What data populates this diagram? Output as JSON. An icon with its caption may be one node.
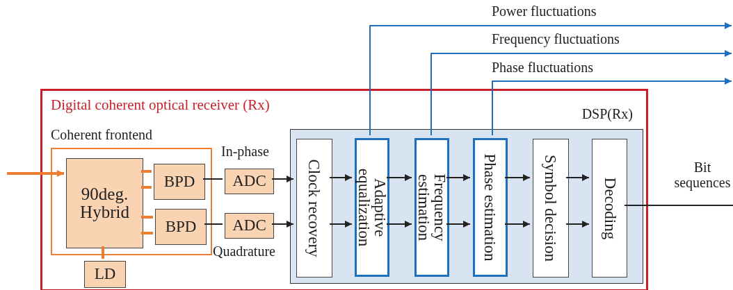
{
  "diagram": {
    "nodes": [
      {
        "text": [
          "Digital coherent optical receiver (Rx)"
        ]
      },
      {
        "text": [
          "Coherent frontend"
        ],
        "in": 0
      },
      {
        "text": [
          "90deg. Hybrid"
        ],
        "in": 1
      },
      {
        "text": [
          "BPD"
        ],
        "in": 1
      },
      {
        "text": [
          "BPD"
        ],
        "in": 1
      },
      {
        "text": [
          "ADC"
        ],
        "in": 0,
        "beside": [
          "In-phase"
        ]
      },
      {
        "text": [
          "ADC"
        ],
        "in": 0,
        "beside": [
          "Quadrature"
        ]
      },
      {
        "text": [
          "LD"
        ],
        "in": 0
      },
      {
        "text": [
          "DSP(Rx)"
        ],
        "in": 0
      },
      {
        "text": [
          "Clock recovery"
        ],
        "in": 8
      },
      {
        "text": [
          "Adaptive equalization"
        ],
        "in": 8
      },
      {
        "text": [
          "Frequency estimation"
        ],
        "in": 8
      },
      {
        "text": [
          "Phase estimation"
        ],
        "in": 8
      },
      {
        "text": [
          "Symbol decision"
        ],
        "in": 8
      },
      {
        "text": [
          "Decoding"
        ],
        "in": 8
      }
    ],
    "edges": [
      {
        "from": null,
        "to": 2,
        "arrow": "to",
        "style": "thick",
        "color": "#ed7d31"
      },
      {
        "from": 2,
        "to": 3,
        "arrow": "none",
        "style": "thick",
        "color": "#ed7d31"
      },
      {
        "from": 2,
        "to": 3,
        "arrow": "none",
        "style": "thick",
        "color": "#ed7d31"
      },
      {
        "from": 2,
        "to": 4,
        "arrow": "none",
        "style": "thick",
        "color": "#ed7d31"
      },
      {
        "from": 2,
        "to": 4,
        "arrow": "none",
        "style": "thick",
        "color": "#ed7d31"
      },
      {
        "from": 2,
        "to": 7,
        "arrow": "none",
        "style": "thick",
        "color": "#ed7d31"
      },
      {
        "from": 3,
        "to": 5,
        "arrow": "none"
      },
      {
        "from": 4,
        "to": 6,
        "arrow": "none"
      },
      {
        "from": 5,
        "to": 9,
        "arrow": "to"
      },
      {
        "from": 6,
        "to": 9,
        "arrow": "to"
      },
      {
        "from": 9,
        "to": 10,
        "arrow": "to"
      },
      {
        "from": 9,
        "to": 10,
        "arrow": "to"
      },
      {
        "from": 10,
        "to": 11,
        "arrow": "to"
      },
      {
        "from": 10,
        "to": 11,
        "arrow": "to"
      },
      {
        "from": 11,
        "to": 12,
        "arrow": "to"
      },
      {
        "from": 11,
        "to": 12,
        "arrow": "to"
      },
      {
        "from": 12,
        "to": 13,
        "arrow": "to"
      },
      {
        "from": 12,
        "to": 13,
        "arrow": "to"
      },
      {
        "from": 13,
        "to": 14,
        "arrow": "to"
      },
      {
        "from": 13,
        "to": 14,
        "arrow": "to"
      },
      {
        "from": 10,
        "to": null,
        "arrow": "to",
        "label": "Power fluctuations",
        "color": "#1f6fbf"
      },
      {
        "from": 11,
        "to": null,
        "arrow": "to",
        "label": "Frequency fluctuations",
        "color": "#1f6fbf"
      },
      {
        "from": 12,
        "to": null,
        "arrow": "to",
        "label": "Phase fluctuations",
        "color": "#1f6fbf"
      },
      {
        "from": 14,
        "to": null,
        "arrow": "none",
        "label": "Bit sequences"
      }
    ]
  }
}
